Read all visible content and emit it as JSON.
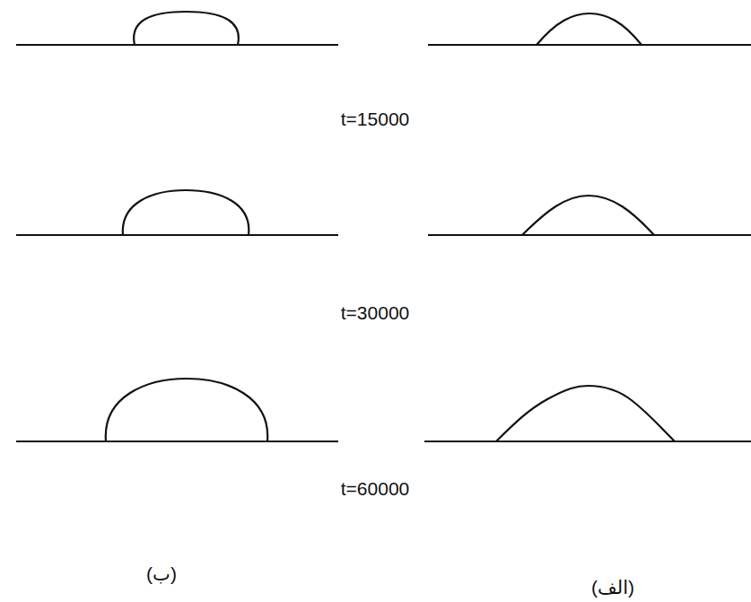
{
  "diagram": {
    "labels": [
      "t=15000",
      "t=30000",
      "t=60000",
      "(ب)",
      "(الف)"
    ]
  }
}
